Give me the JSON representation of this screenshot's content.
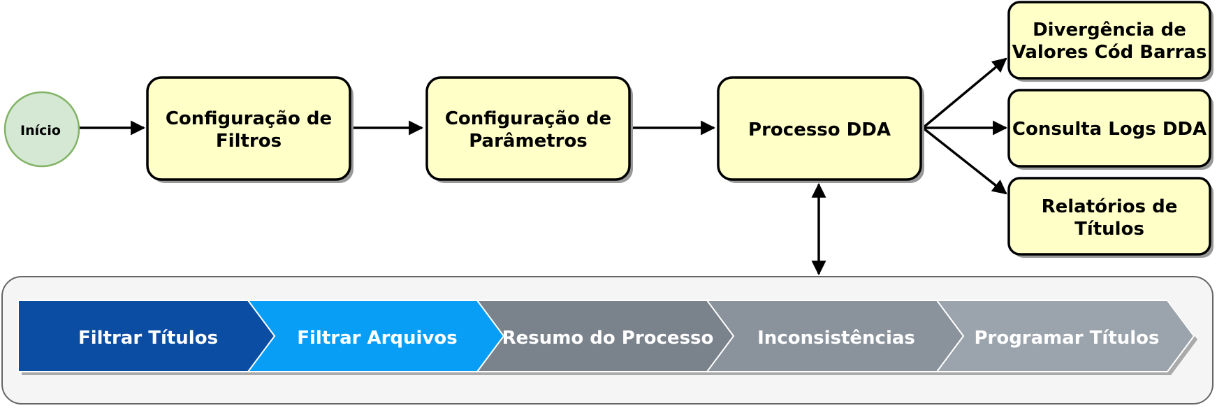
{
  "nodes": {
    "start": {
      "label": "Início"
    },
    "filters": {
      "line1": "Configuração de",
      "line2": "Filtros"
    },
    "params": {
      "line1": "Configuração de",
      "line2": "Parâmetros"
    },
    "dda": {
      "label": "Processo DDA"
    },
    "divergence": {
      "line1": "Divergência de",
      "line2": "Valores Cód Barras"
    },
    "logs": {
      "label": "Consulta Logs DDA"
    },
    "reports": {
      "line1": "Relatórios de",
      "line2": "Títulos"
    }
  },
  "steps": [
    {
      "label": "Filtrar Títulos",
      "color": "#0B4DA2"
    },
    {
      "label": "Filtrar Arquivos",
      "color": "#089EF5"
    },
    {
      "label": "Resumo do Processo",
      "color": "#7A828C"
    },
    {
      "label": "Inconsistências",
      "color": "#8A939C"
    },
    {
      "label": "Programar Títulos",
      "color": "#9BA4AD"
    }
  ],
  "colors": {
    "box_fill": "#FFFFC8",
    "start_fill": "#D4E8D4",
    "start_stroke": "#82B366",
    "panel_fill": "#F5F5F5"
  }
}
